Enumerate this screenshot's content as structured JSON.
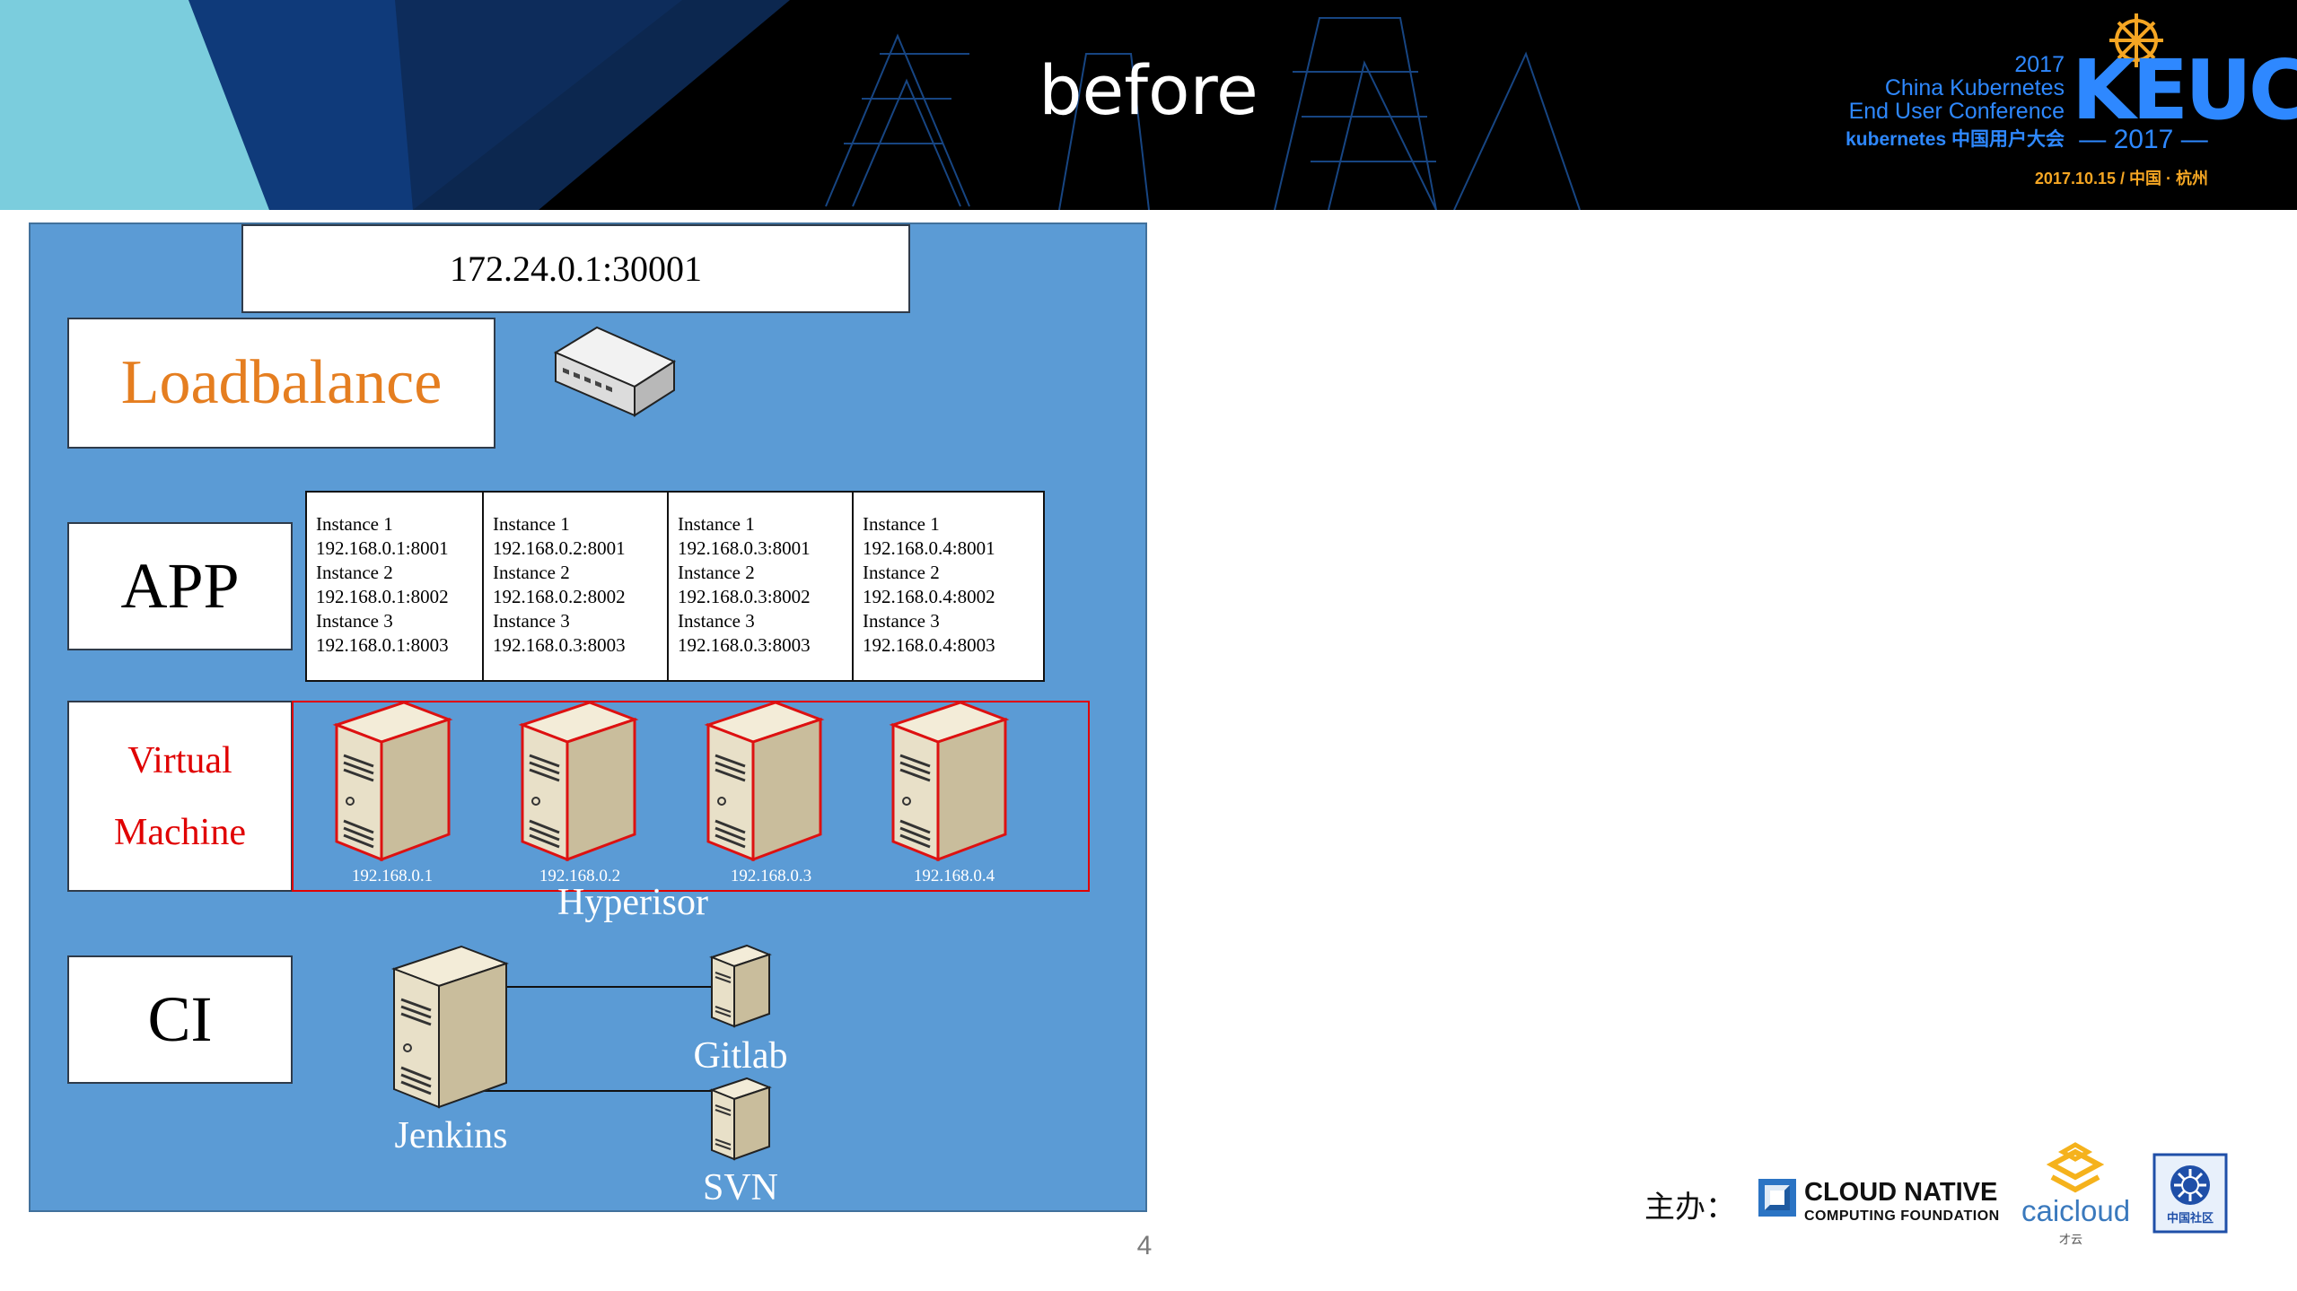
{
  "slide": {
    "title": "before",
    "page_number": "4"
  },
  "conference": {
    "year_small": "2017",
    "line1": "China Kubernetes",
    "line2": "End User Conference",
    "line3": "kubernetes 中国用户大会",
    "logo": "KEUC",
    "year_big": "— 2017 —",
    "date_place": "2017.10.15 / 中国 · 杭州"
  },
  "diagram": {
    "lb_address": "172.24.0.1:30001",
    "labels": {
      "loadbalance": "Loadbalance",
      "app": "APP",
      "vm_line1": "Virtual",
      "vm_line2": "Machine",
      "ci": "CI"
    },
    "instances": [
      [
        "Instance 1",
        "192.168.0.1:8001",
        "Instance 2",
        "192.168.0.1:8002",
        "Instance 3",
        "192.168.0.1:8003"
      ],
      [
        "Instance 1",
        "192.168.0.2:8001",
        "Instance 2",
        "192.168.0.2:8002",
        "Instance 3",
        "192.168.0.3:8003"
      ],
      [
        "Instance 1",
        "192.168.0.3:8001",
        "Instance 2",
        "192.168.0.3:8002",
        "Instance 3",
        "192.168.0.3:8003"
      ],
      [
        "Instance 1",
        "192.168.0.4:8001",
        "Instance 2",
        "192.168.0.4:8002",
        "Instance 3",
        "192.168.0.4:8003"
      ]
    ],
    "vm_ips": [
      "192.168.0.1",
      "192.168.0.2",
      "192.168.0.3",
      "192.168.0.4"
    ],
    "host_label": "Hyperisor",
    "ci_nodes": {
      "jenkins": "Jenkins",
      "gitlab": "Gitlab",
      "svn": "SVN"
    },
    "colors": {
      "background": "#5b9bd5",
      "loadbalance_text": "#e57e20",
      "vm_text": "#e00000",
      "vm_border": "#e00000"
    }
  },
  "sponsors": {
    "label": "主办：",
    "cncf_name": "CLOUD NATIVE",
    "cncf_sub": "COMPUTING FOUNDATION",
    "caicloud_name": "caicloud",
    "caicloud_sub": "才云",
    "k8s_community": "中国社区"
  }
}
